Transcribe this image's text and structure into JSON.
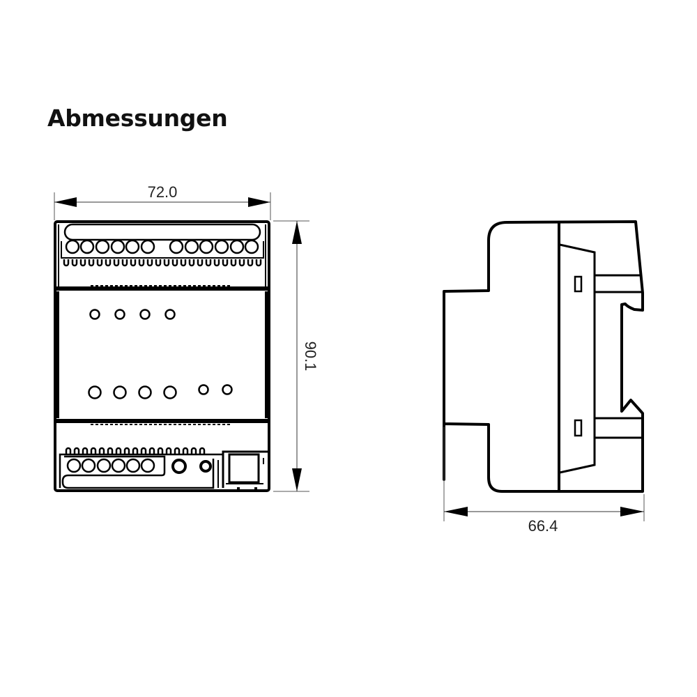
{
  "page": {
    "title": "Abmessungen"
  },
  "front_view": {
    "width_label": "72.0",
    "height_label": "90.1",
    "top_terminals_left_count": 6,
    "top_terminals_right_count": 6,
    "top_upper_leds_count": 4,
    "lower_leds_count": 4,
    "small_leds_count": 2,
    "bottom_terminals_count": 6
  },
  "side_view": {
    "depth_label": "66.4"
  },
  "colors": {
    "line": "#000000",
    "dim_line": "#333333",
    "text": "#111111",
    "background": "#ffffff"
  }
}
